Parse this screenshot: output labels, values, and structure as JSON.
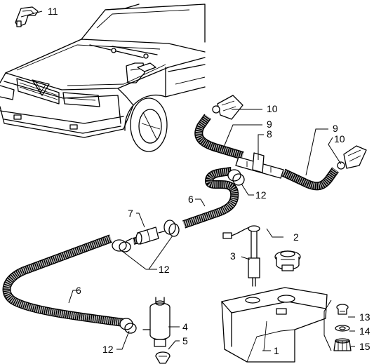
{
  "diagram": {
    "ink_color": "#000000",
    "paper_color": "#ffffff",
    "hose_fill_color": "#bdbdbd",
    "callouts": {
      "c1": "1",
      "c2": "2",
      "c3": "3",
      "c4": "4",
      "c5": "5",
      "c6a": "6",
      "c6b": "6",
      "c7": "7",
      "c8": "8",
      "c9a": "9",
      "c9b": "9",
      "c10a": "10",
      "c10b": "10",
      "c11": "11",
      "c12a": "12",
      "c12b": "12",
      "c12c": "12",
      "c13": "13",
      "c14": "14",
      "c15": "15"
    }
  }
}
